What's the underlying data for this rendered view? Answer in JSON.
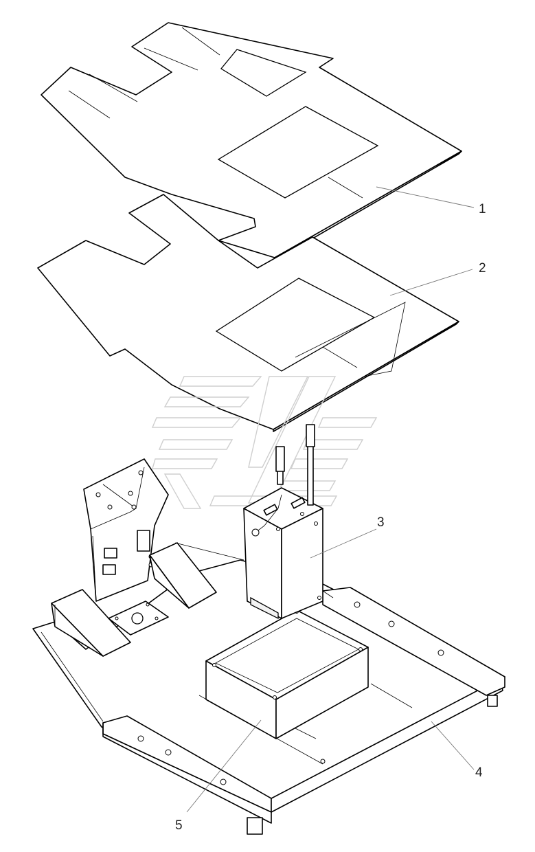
{
  "callouts": [
    {
      "id": "1",
      "label": "1"
    },
    {
      "id": "2",
      "label": "2"
    },
    {
      "id": "3",
      "label": "3"
    },
    {
      "id": "4",
      "label": "4"
    },
    {
      "id": "5",
      "label": "5"
    }
  ],
  "colors": {
    "line": "#000000",
    "leader": "#777777",
    "watermark": "#cfcfcf",
    "background": "#ffffff"
  }
}
